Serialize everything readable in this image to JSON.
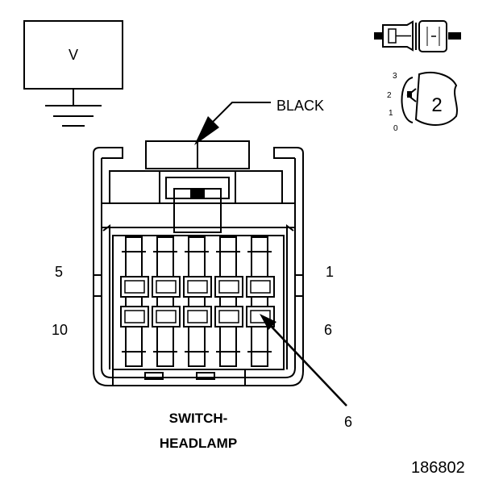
{
  "meter": {
    "label": "V"
  },
  "wire_color": "BLACK",
  "connector": {
    "name_line1": "SWITCH-",
    "name_line2": "HEADLAMP",
    "pin_labels": {
      "top_left": "5",
      "top_right": "1",
      "bottom_left": "10",
      "bottom_right": "6"
    }
  },
  "callout_pin": "6",
  "position_scale": [
    "3",
    "2",
    "1",
    "0"
  ],
  "position_selected": "2",
  "figure_number": "186802"
}
